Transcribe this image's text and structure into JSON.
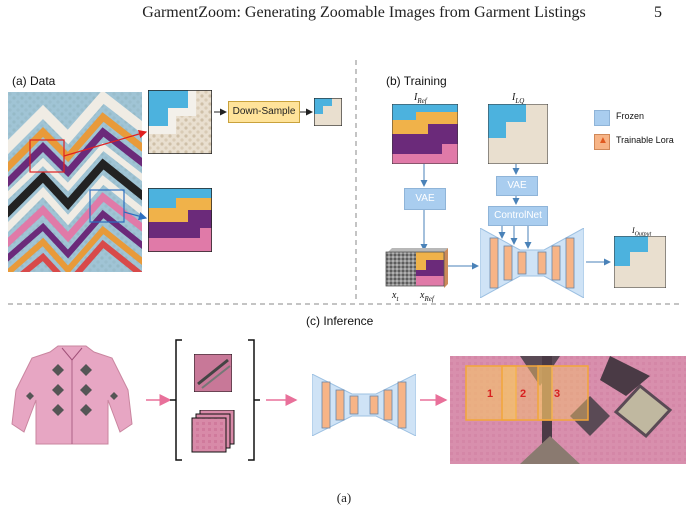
{
  "header": {
    "running_title": "GarmentZoom: Generating Zoomable Images from Garment Listings",
    "page_number": "5"
  },
  "data_panel": {
    "label": "(a) Data",
    "downsample_label": "Down-Sample"
  },
  "training_panel": {
    "label": "(b) Training",
    "i_ref": "I",
    "i_ref_sub": "Ref",
    "i_lq": "I",
    "i_lq_sub": "LQ",
    "vae_left": "VAE",
    "vae_right": "VAE",
    "controlnet": "ControlNet",
    "x_t": "x",
    "x_t_sub": "t",
    "x_ref": "x",
    "x_ref_sub": "Ref",
    "i_output": "I",
    "i_output_sub": "Output",
    "legend": {
      "frozen": "Frozen",
      "trainable": "Trainable Lora"
    }
  },
  "inference_panel": {
    "label": "(c) Inference",
    "crop_numbers": [
      "1",
      "2",
      "3"
    ]
  },
  "caption": "(a)",
  "colors": {
    "frozen": "#a9cdef",
    "trainable": "#f7b486",
    "arrow_pink": "#e8709a",
    "arrow_red": "#e02020",
    "arrow_blue": "#2c6fc0",
    "crop_fill": "#f6c468",
    "dashed": "#8a8a8a"
  }
}
